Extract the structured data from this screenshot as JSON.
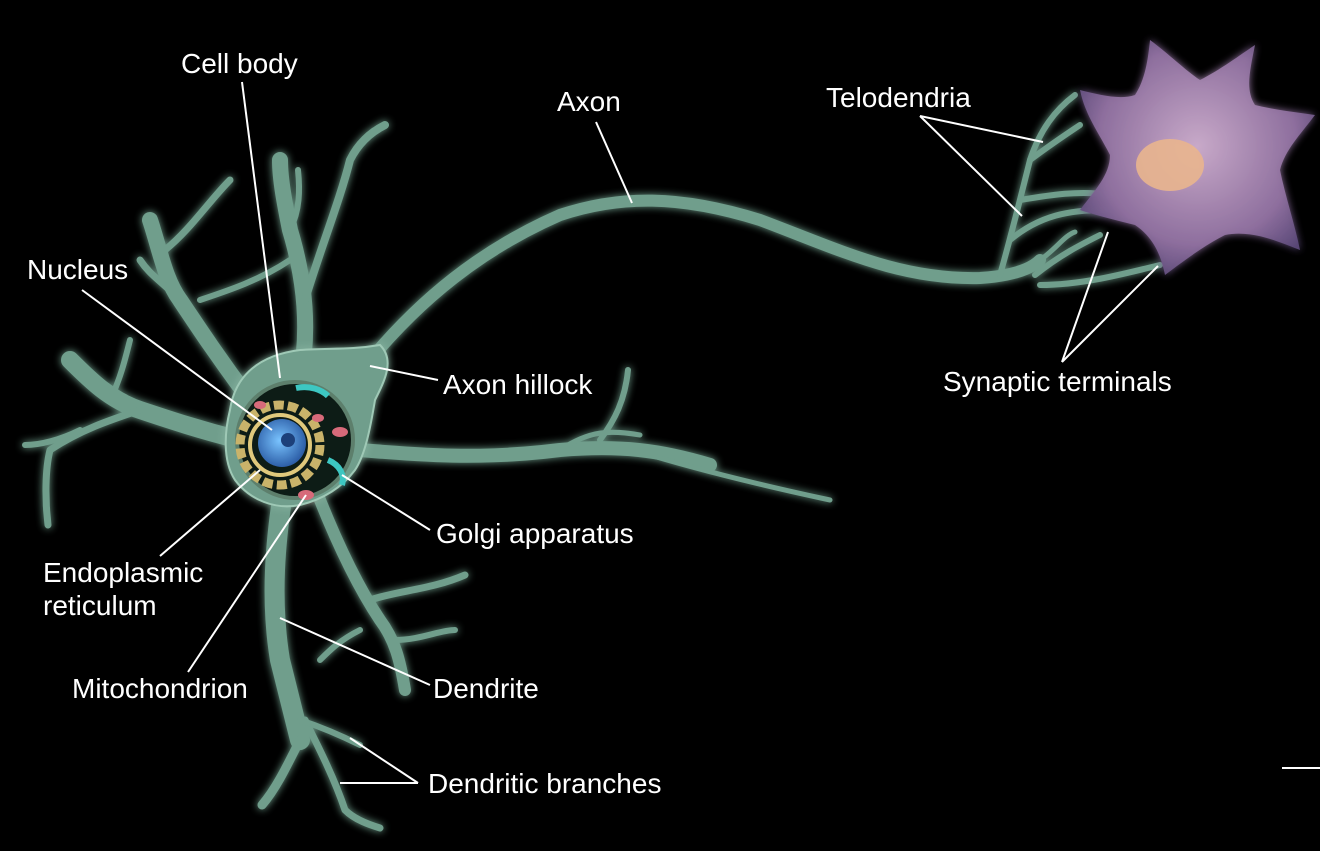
{
  "labels": {
    "cell_body": "Cell body",
    "axon": "Axon",
    "telodendria": "Telodendria",
    "nucleus": "Nucleus",
    "axon_hillock": "Axon hillock",
    "synaptic_terminals": "Synaptic terminals",
    "golgi_apparatus": "Golgi apparatus",
    "endoplasmic_reticulum_line1": "Endoplasmic",
    "endoplasmic_reticulum_line2": "reticulum",
    "mitochondrion": "Mitochondrion",
    "dendrite": "Dendrite",
    "dendritic_branches": "Dendritic branches"
  },
  "colors": {
    "background": "#000000",
    "neuron_membrane": "#6f9e8c",
    "neuron_highlight": "#9fc9b6",
    "nucleus": "#3f7fc9",
    "er": "#c9b36a",
    "golgi": "#3cc7c2",
    "mitochondria": "#d76a7a",
    "target_cell": "#a98bb5",
    "target_nucleus": "#e9b58e",
    "label_text": "#ffffff",
    "leader_line": "#ffffff"
  }
}
